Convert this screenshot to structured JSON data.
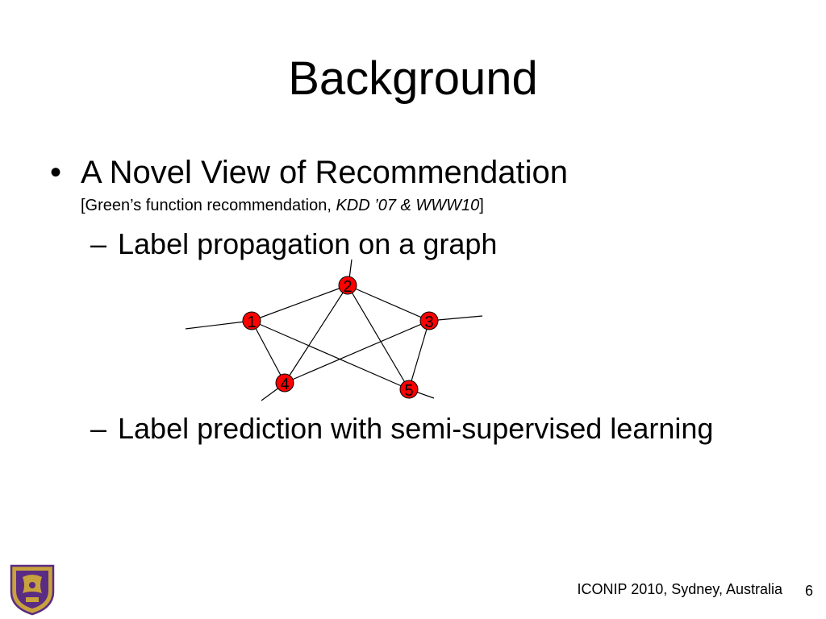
{
  "slide": {
    "title": "Background",
    "bullet": {
      "symbol": "•",
      "text": "A Novel View of Recommendation",
      "citation": {
        "open": "[Green’s function recommendation, ",
        "venue": "KDD ’07 & WWW10",
        "close": "]"
      }
    },
    "subbullets": [
      {
        "dash": "–",
        "text": "Label propagation on a graph"
      },
      {
        "dash": "–",
        "text": "Label prediction with semi-supervised learning"
      }
    ],
    "graph": {
      "node_color": "#ff0000",
      "nodes": [
        {
          "id": "n1",
          "label": "1"
        },
        {
          "id": "n2",
          "label": "2"
        },
        {
          "id": "n3",
          "label": "3"
        },
        {
          "id": "n4",
          "label": "4"
        },
        {
          "id": "n5",
          "label": "5"
        }
      ],
      "edges": [
        [
          "n1",
          "n2"
        ],
        [
          "n2",
          "n3"
        ],
        [
          "n2",
          "n4"
        ],
        [
          "n2",
          "n5"
        ],
        [
          "n1",
          "n4"
        ],
        [
          "n1",
          "n5"
        ],
        [
          "n3",
          "n4"
        ],
        [
          "n3",
          "n5"
        ]
      ]
    },
    "footer": {
      "conference": "ICONIP 2010, Sydney, Australia",
      "page_number": "6",
      "logo_icon": "university-crest-icon",
      "logo_colors": [
        "#5a2c83",
        "#c8a23c"
      ]
    }
  }
}
